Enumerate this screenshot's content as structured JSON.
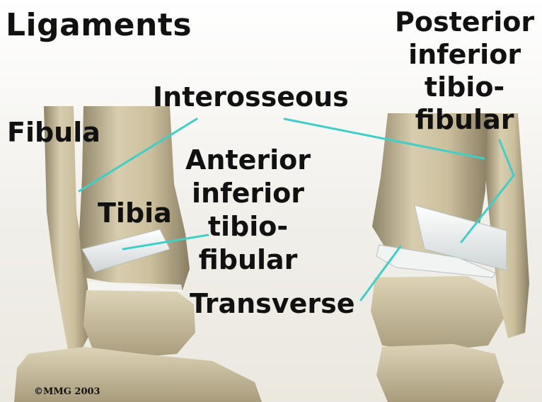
{
  "title": "Ligaments",
  "labels": {
    "fibula": "Fibula",
    "tibia": "Tibia",
    "interosseous": "Interosseous",
    "anterior_inferior_tibiofibular": [
      "Anterior",
      "inferior",
      "tibio-",
      "fibular"
    ],
    "posterior_inferior_tibiofibular": [
      "Posterior",
      "inferior",
      "tibio-",
      "fibular"
    ],
    "transverse": "Transverse"
  },
  "copyright": "©MMG 2003",
  "colors": {
    "background": "#ffffff",
    "bone": "#cfc3a2",
    "ligament": "#eef2f2",
    "leader_line": "#3ecfc8",
    "text": "#111111"
  }
}
